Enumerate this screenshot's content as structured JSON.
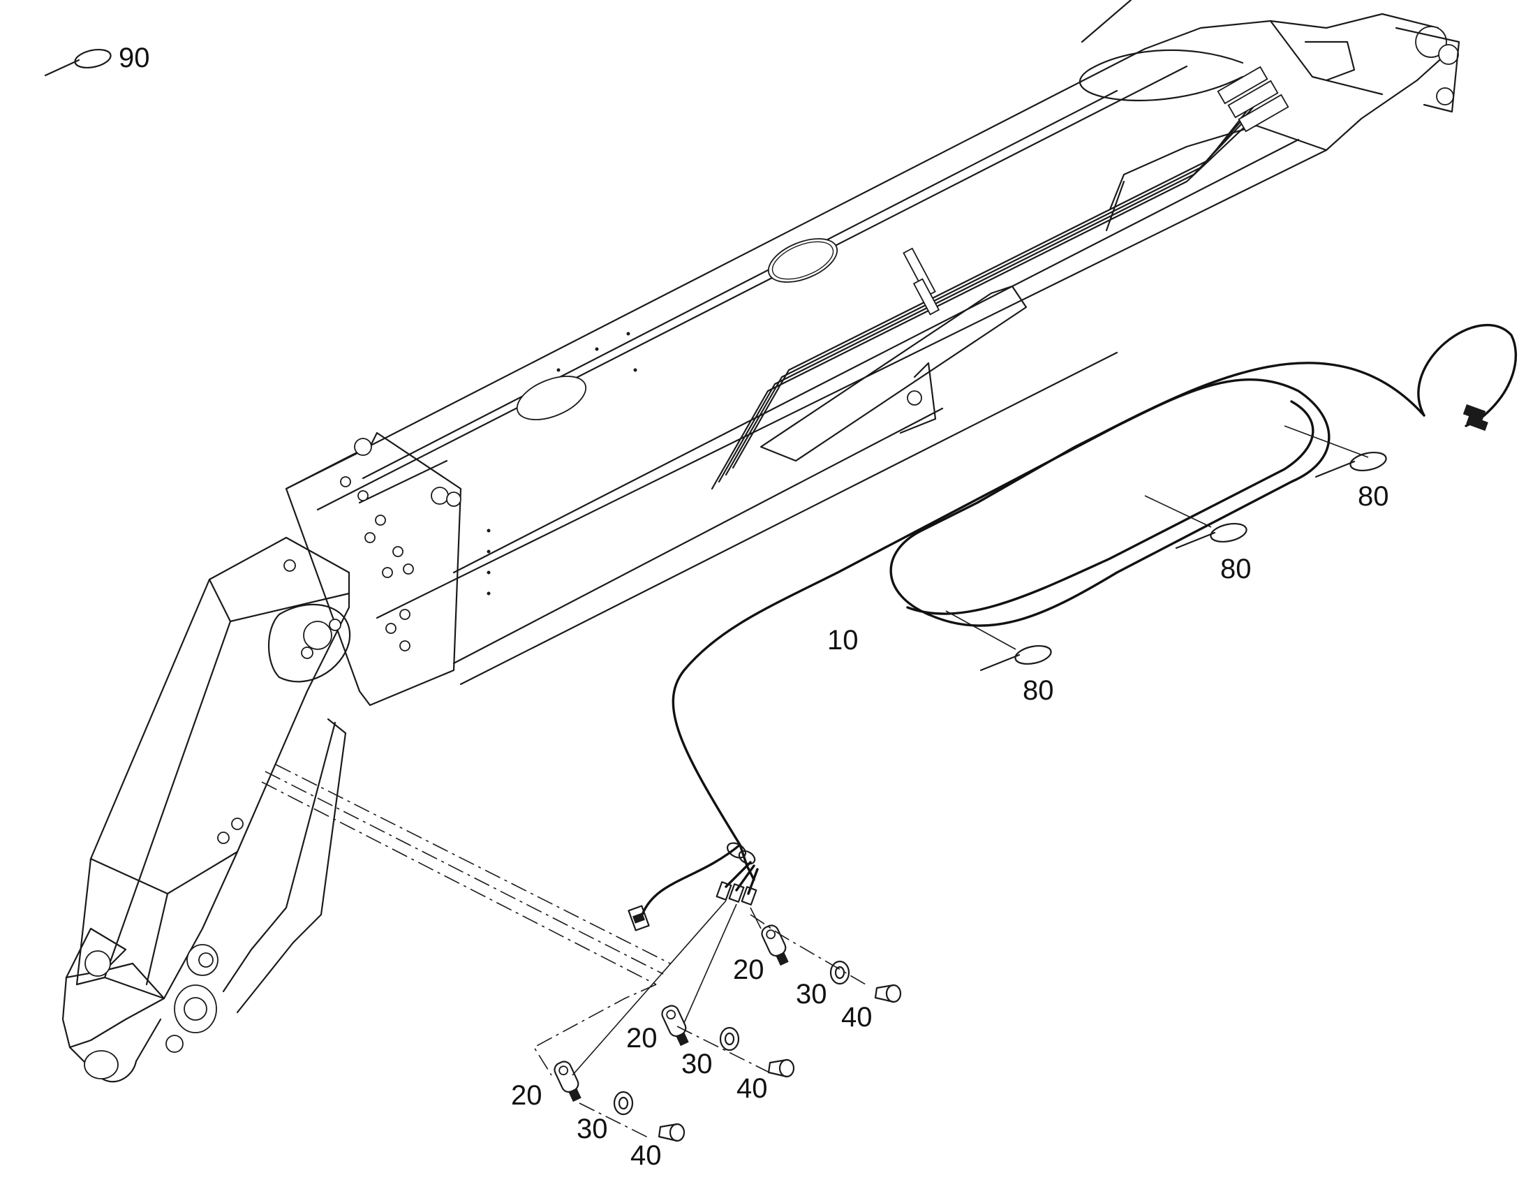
{
  "callouts": {
    "harness": "10",
    "cable_lug": "20",
    "washer": "30",
    "screw": "40",
    "cable_tie": "80",
    "cable_tie_loose": "90"
  },
  "icons": {
    "cable_tie": "cable-tie-icon",
    "boom": "boom-icon",
    "lug": "cable-lug-icon",
    "washer": "washer-icon",
    "screw": "screw-icon"
  }
}
